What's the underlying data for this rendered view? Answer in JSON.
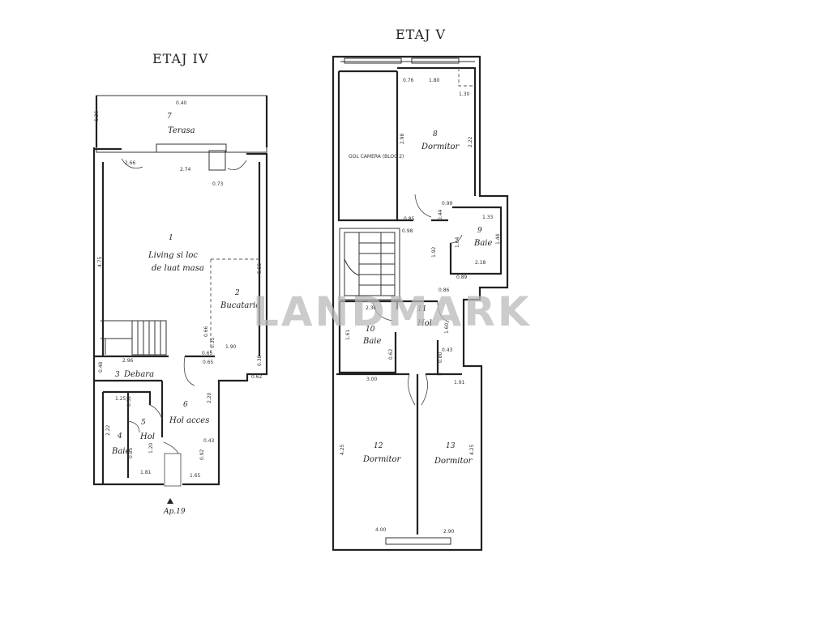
{
  "floors": [
    {
      "title": "ETAJ IV",
      "rooms": [
        {
          "num": "7",
          "name": "Terasa"
        },
        {
          "num": "1",
          "name": "Living si loc",
          "name2": "de luat masa"
        },
        {
          "num": "2",
          "name": "Bucatarie"
        },
        {
          "num": "3",
          "name": "Debara"
        },
        {
          "num": "6",
          "name": "Hol acces"
        },
        {
          "num": "4",
          "name": "Baie"
        },
        {
          "num": "5",
          "name": "Hol"
        }
      ],
      "dims": [
        "0.40",
        "1.26",
        "2.66",
        "2.74",
        "0.73",
        "4.75",
        "5.55",
        "0.65",
        "0.66",
        "0.35",
        "1.90",
        "0.38",
        "0.62",
        "2.96",
        "0.65",
        "0.48",
        "1.25",
        "0.52",
        "2.22",
        "1.20",
        "0.85",
        "1.81",
        "2.20",
        "0.43",
        "0.92",
        "1.65"
      ],
      "entrance": "Ap.19"
    },
    {
      "title": "ETAJ V",
      "rooms": [
        {
          "num": "8",
          "name": "Dormitor"
        },
        {
          "num": "9",
          "name": "Baie"
        },
        {
          "num": "10",
          "name": "Baie"
        },
        {
          "num": "11",
          "name": "Hol"
        },
        {
          "num": "12",
          "name": "Dormitor"
        },
        {
          "num": "13",
          "name": "Dormitor"
        }
      ],
      "dims": [
        "0.76",
        "1.80",
        "1.30",
        "2.98",
        "2.22",
        "0.85",
        "0.98",
        "0.99",
        "0.44",
        "1.33",
        "1.92",
        "1.64",
        "1.44",
        "0.89",
        "2.18",
        "0.86",
        "2.36",
        "1.61",
        "0.62",
        "1.60",
        "0.80",
        "0.43",
        "3.00",
        "1.91",
        "4.25",
        "4.25",
        "4.00",
        "2.90"
      ],
      "closet_note": "GOL CAMERA (BLOC 2)"
    }
  ],
  "watermark": "LANDMARK"
}
